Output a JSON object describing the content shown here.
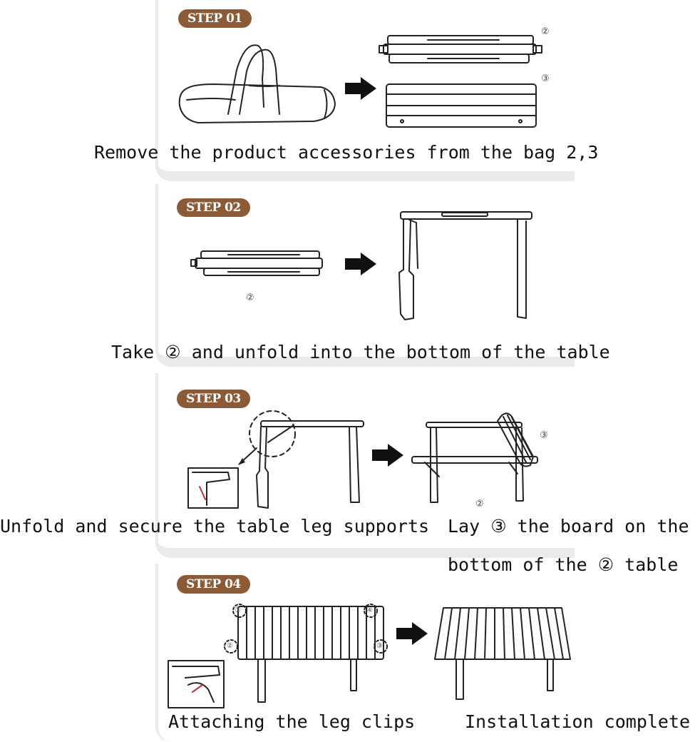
{
  "steps": [
    {
      "badge": "STEP 01",
      "caption": "Remove the product accessories from the bag 2,3",
      "marks": [
        "②",
        "③"
      ]
    },
    {
      "badge": "STEP 02",
      "caption": "Take ② and unfold into the bottom of the table",
      "marks": [
        "②"
      ]
    },
    {
      "badge": "STEP 03",
      "caption_left": "Unfold and secure the table leg supports",
      "caption_right_1": "Lay ③ the board on the",
      "caption_right_2": "bottom of the ② table",
      "marks": [
        "③",
        "②"
      ]
    },
    {
      "badge": "STEP 04",
      "caption_left": "Attaching the leg clips",
      "caption_right": "Installation complete",
      "marks": [
        "①",
        "④",
        "②",
        "③"
      ]
    }
  ],
  "colors": {
    "badge": "#8b5a36",
    "panel_border": "#eaeaea",
    "line_art": "#222222"
  },
  "icons": [
    "arrow-right-icon",
    "bag-icon",
    "table-frame-icon",
    "table-board-icon",
    "magnifier-circle-icon"
  ]
}
